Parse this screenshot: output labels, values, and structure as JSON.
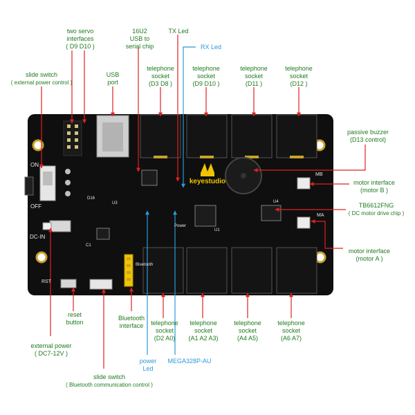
{
  "colors": {
    "board": "#0f0f0f",
    "pad": "#c9a227",
    "label_green": "#1f7a1f",
    "label_red": "#d21010",
    "label_blue": "#2a9ad8",
    "arrow_red": "#e02020",
    "arrow_blue": "#2a9ad8",
    "silk": "#e8e8e8",
    "header_yellow": "#f0c400"
  },
  "board": {
    "logo": "keyestudio",
    "silk": {
      "on": "ON",
      "off": "OFF",
      "dc_in": "DC-IN",
      "rst": "RST",
      "bluetooth": "Bluetooth",
      "ma": "MA",
      "mb": "MB",
      "u1": "U1",
      "u3": "U3",
      "u4": "U4",
      "d16": "D16",
      "c1": "C1",
      "power": "Power"
    }
  },
  "labels": {
    "servo": [
      "two servo",
      "interfaces",
      "( D9 D10 )"
    ],
    "usb_chip": [
      "16U2",
      "USB to",
      "serial chip"
    ],
    "tx_led": [
      "TX Led"
    ],
    "rx_led": [
      "RX Led"
    ],
    "slide_switch_power": [
      "slide switch",
      "( external power control )"
    ],
    "usb_port": [
      "USB",
      "port"
    ],
    "sock_d3d8": [
      "telephone",
      "socket",
      "(D3 D8 )"
    ],
    "sock_d9d10": [
      "telephone",
      "socket",
      "(D9 D10 )"
    ],
    "sock_d11": [
      "telephone",
      "socket",
      "(D11 )"
    ],
    "sock_d12": [
      "telephone",
      "socket",
      "(D12 )"
    ],
    "buzzer": [
      "passive buzzer",
      "(D13 control)"
    ],
    "motor_b": [
      "motor interface",
      "(motor B )"
    ],
    "tb6612": [
      "TB6612FNG",
      "( DC motor drive chip )"
    ],
    "motor_a": [
      "motor interface",
      "(motor A )"
    ],
    "reset": [
      "reset",
      "button"
    ],
    "bt_interface": [
      "Bluetooth",
      "interface"
    ],
    "sock_d2a0": [
      "telephone",
      "socket",
      "(D2 A0)"
    ],
    "sock_a1a2a3": [
      "telephone",
      "socket",
      "(A1 A2 A3)"
    ],
    "sock_a4a5": [
      "telephone",
      "socket",
      "(A4 A5)"
    ],
    "sock_a6a7": [
      "telephone",
      "socket",
      "(A6 A7)"
    ],
    "ext_power": [
      "external power",
      "( DC7-12V )"
    ],
    "power_led": [
      "power",
      "Led"
    ],
    "mega": [
      "MEGA328P-AU"
    ],
    "slide_switch_bt": [
      "slide switch",
      "( Bluetooth communication control )"
    ]
  }
}
